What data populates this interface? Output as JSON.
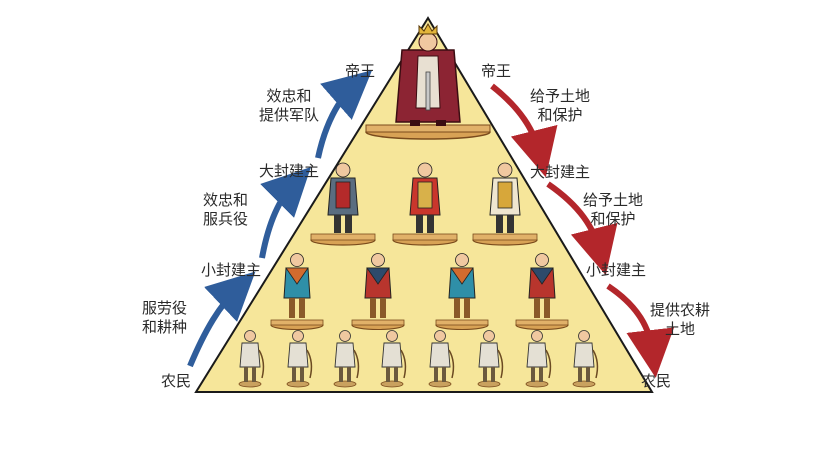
{
  "labels": {
    "left": {
      "emperor": "帝王",
      "loyalty_military": "效忠和\n提供军队",
      "great_lord": "大封建主",
      "loyalty_service": "效忠和\n服兵役",
      "small_lord": "小封建主",
      "labor_farming": "服劳役\n和耕种",
      "peasant": "农民"
    },
    "right": {
      "emperor": "帝王",
      "grant_land_protection_1": "给予土地\n和保护",
      "great_lord": "大封建主",
      "grant_land_protection_2": "给予土地\n和保护",
      "small_lord": "小封建主",
      "provide_farmland": "提供农耕\n土地",
      "peasant": "农民"
    }
  },
  "colors": {
    "pyramid_fill": "#f6e69a",
    "pyramid_stroke": "#1a1a1a",
    "left_arrow": "#2f5d9b",
    "right_arrow": "#b3262b"
  },
  "figures": {
    "emperor": 1,
    "great_lords": 3,
    "small_lords": 4,
    "peasants": 8
  }
}
